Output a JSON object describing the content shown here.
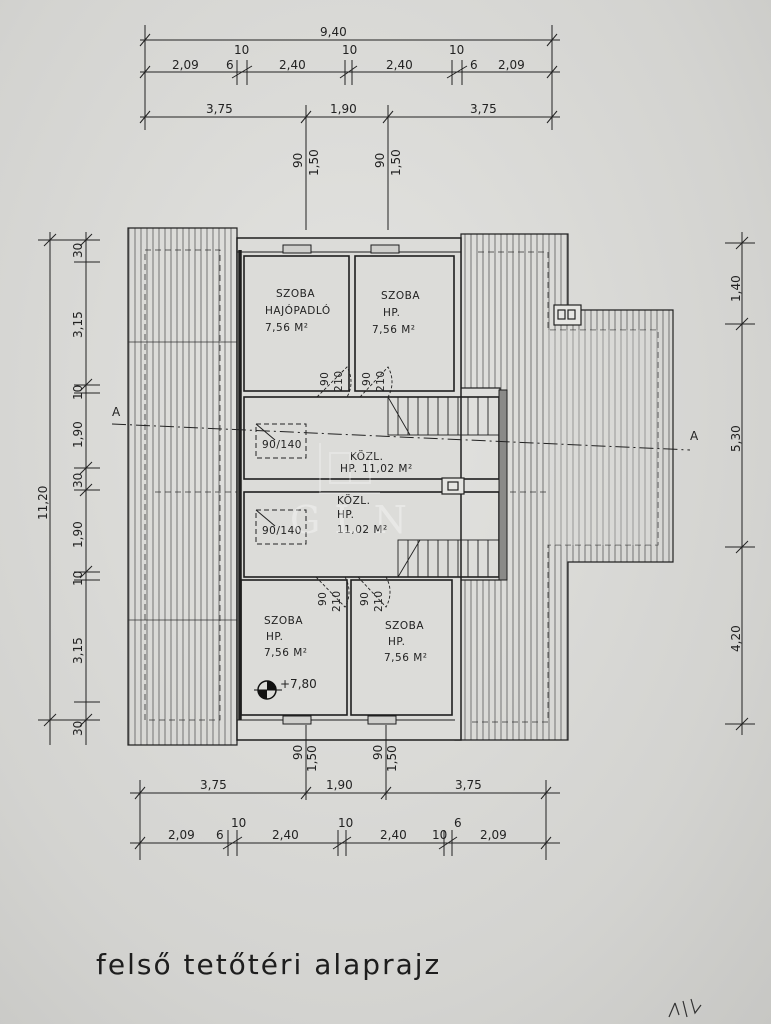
{
  "caption": "felső tetőtéri alaprajz",
  "top_dims": {
    "overall": "9,40",
    "row2": [
      "2,09",
      "6",
      "2,40",
      "2,40",
      "6",
      "2,09"
    ],
    "row2_gaps": [
      "10",
      "10",
      "10"
    ],
    "row3": [
      "3,75",
      "1,90",
      "3,75"
    ],
    "window_marks": [
      "90",
      "1,50",
      "90",
      "1,50"
    ]
  },
  "bottom_dims": {
    "row1": [
      "3,75",
      "1,90",
      "3,75"
    ],
    "row2": [
      "2,09",
      "6",
      "2,40",
      "2,40",
      "6",
      "2,09"
    ],
    "row2_gaps": [
      "10",
      "10",
      "10"
    ],
    "window_marks": [
      "90",
      "1,50",
      "90",
      "1,50"
    ]
  },
  "left_dims": {
    "overall": "11,20",
    "segments": [
      "30",
      "3,15",
      "10",
      "1,90",
      "30",
      "1,90",
      "10",
      "3,15",
      "30"
    ]
  },
  "right_dims": {
    "segments": [
      "1,40",
      "5,30",
      "4,20"
    ]
  },
  "section_marks": [
    "A",
    "A"
  ],
  "rooms": [
    {
      "id": "szoba-1",
      "name": "SZOBA",
      "floor": "HAJÓPADLÓ",
      "area": "7,56 M²"
    },
    {
      "id": "szoba-2",
      "name": "SZOBA",
      "floor": "HP.",
      "area": "7,56 M²"
    },
    {
      "id": "kozl-1",
      "name": "KÖZL.",
      "floor": "HP.",
      "area": "11,02 M²"
    },
    {
      "id": "kozl-2",
      "name": "KÖZL.",
      "floor": "HP.",
      "area": "11,02 M²"
    },
    {
      "id": "szoba-3",
      "name": "SZOBA",
      "floor": "HP.",
      "area": "7,56 M²"
    },
    {
      "id": "szoba-4",
      "name": "SZOBA",
      "floor": "HP.",
      "area": "7,56 M²"
    }
  ],
  "hatch_labels": [
    "90/140",
    "90/140"
  ],
  "door_labels": [
    "90",
    "210",
    "90",
    "210",
    "90",
    "210",
    "90",
    "210"
  ],
  "level_mark": "+7,80",
  "watermark": "GLN",
  "colors": {
    "ink": "#222222",
    "paper": "#dcdcd9",
    "hatch": "#555555"
  }
}
